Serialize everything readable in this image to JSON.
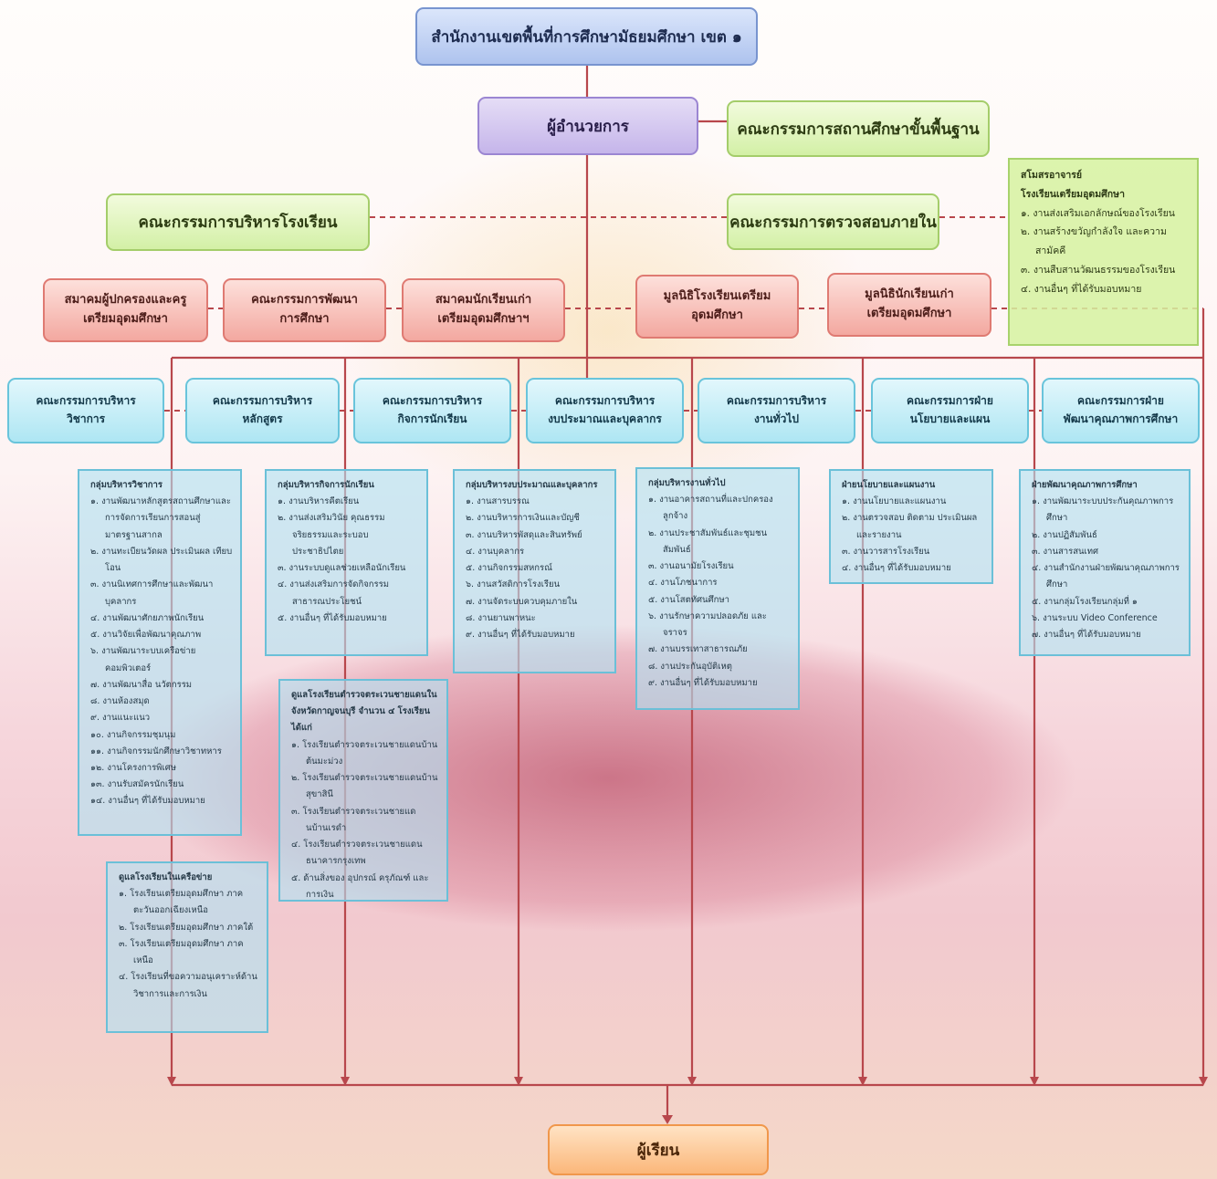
{
  "top_office": "สำนักงานเขตพื้นที่การศึกษามัธยมศึกษา เขต ๑",
  "director": "ผู้อำนวยการ",
  "basic_board": "คณะกรรมการสถานศึกษาขั้นพื้นฐาน",
  "school_admin_board": "คณะกรรมการบริหารโรงเรียน",
  "internal_audit_board": "คณะกรรมการตรวจสอบภายใน",
  "alumni_council": {
    "title": [
      "สโมสรอาจารย์",
      "โรงเรียนเตรียมอุดมศึกษา"
    ],
    "items": [
      "๑. งานส่งเสริมเอกลักษณ์ของโรงเรียน",
      "๒. งานสร้างขวัญกำลังใจ และความสามัคคี",
      "๓. งานสืบสานวัฒนธรรมของโรงเรียน",
      "๔. งานอื่นๆ ที่ได้รับมอบหมาย"
    ]
  },
  "associations": [
    [
      "สมาคมผู้ปกครองและครู",
      "เตรียมอุดมศึกษา"
    ],
    [
      "คณะกรรมการพัฒนา",
      "การศึกษา"
    ],
    [
      "สมาคมนักเรียนเก่า",
      "เตรียมอุดมศึกษาฯ"
    ],
    [
      "มูลนิธิโรงเรียนเตรียม",
      "อุดมศึกษา"
    ],
    [
      "มูลนิธินักเรียนเก่า",
      "เตรียมอุดมศึกษา"
    ]
  ],
  "committees": [
    [
      "คณะกรรมการบริหาร",
      "วิชาการ"
    ],
    [
      "คณะกรรมการบริหาร",
      "หลักสูตร"
    ],
    [
      "คณะกรรมการบริหาร",
      "กิจการนักเรียน"
    ],
    [
      "คณะกรรมการบริหาร",
      "งบประมาณและบุคลากร"
    ],
    [
      "คณะกรรมการบริหาร",
      "งานทั่วไป"
    ],
    [
      "คณะกรรมการฝ่าย",
      "นโยบายและแผน"
    ],
    [
      "คณะกรรมการฝ่าย",
      "พัฒนาคุณภาพการศึกษา"
    ]
  ],
  "panels": [
    {
      "title": "กลุ่มบริหารวิชาการ",
      "items": [
        "๑. งานพัฒนาหลักสูตรสถานศึกษาและการจัดการเรียนการสอนสู่มาตรฐานสากล",
        "๒. งานทะเบียนวัดผล ประเมินผล เทียบโอน",
        "๓. งานนิเทศการศึกษาและพัฒนาบุคลากร",
        "๔. งานพัฒนาศักยภาพนักเรียน",
        "๕. งานวิจัยเพื่อพัฒนาคุณภาพ",
        "๖. งานพัฒนาระบบเครือข่ายคอมพิวเตอร์",
        "๗. งานพัฒนาสื่อ นวัตกรรม",
        "๘. งานห้องสมุด",
        "๙. งานแนะแนว",
        "๑๐. งานกิจกรรมชุมนุม",
        "๑๑. งานกิจกรรมนักศึกษาวิชาทหาร",
        "๑๒. งานโครงการพิเศษ",
        "๑๓. งานรับสมัครนักเรียน",
        "๑๔. งานอื่นๆ ที่ได้รับมอบหมาย"
      ]
    },
    {
      "title": "กลุ่มบริหารกิจการนักเรียน",
      "items": [
        "๑. งานบริหารคีตเรียน",
        "๒. งานส่งเสริมวินัย คุณธรรม จริยธรรมและระบอบประชาธิปไตย",
        "๓. งานระบบดูแลช่วยเหลือนักเรียน",
        "๔. งานส่งเสริมการจัดกิจกรรมสาธารณประโยชน์",
        "๕. งานอื่นๆ ที่ได้รับมอบหมาย"
      ]
    },
    {
      "title": "กลุ่มบริหารงบประมาณและบุคลากร",
      "items": [
        "๑. งานสารบรรณ",
        "๒. งานบริหารการเงินและบัญชี",
        "๓. งานบริหารพัสดุและสินทรัพย์",
        "๔. งานบุคลากร",
        "๕. งานกิจกรรมสหกรณ์",
        "๖. งานสวัสดิการโรงเรียน",
        "๗. งานจัดระบบควบคุมภายใน",
        "๘. งานยานพาหนะ",
        "๙. งานอื่นๆ ที่ได้รับมอบหมาย"
      ]
    },
    {
      "title": "กลุ่มบริหารงานทั่วไป",
      "items": [
        "๑. งานอาคารสถานที่และปกครองลูกจ้าง",
        "๒. งานประชาสัมพันธ์และชุมชนสัมพันธ์",
        "๓. งานอนามัยโรงเรียน",
        "๔. งานโภชนาการ",
        "๕. งานโสตทัศนศึกษา",
        "๖. งานรักษาความปลอดภัย และจราจร",
        "๗. งานบรรเทาสาธารณภัย",
        "๘. งานประกันอุบัติเหตุ",
        "๙. งานอื่นๆ ที่ได้รับมอบหมาย"
      ]
    },
    {
      "title": "ฝ่ายนโยบายและแผนงาน",
      "items": [
        "๑. งานนโยบายและแผนงาน",
        "๒. งานตรวจสอบ ติดตาม ประเมินผลและรายงาน",
        "๓. งานวารสารโรงเรียน",
        "๔. งานอื่นๆ ที่ได้รับมอบหมาย"
      ]
    },
    {
      "title": "ฝ่ายพัฒนาคุณภาพการศึกษา",
      "items": [
        "๑. งานพัฒนาระบบประกันคุณภาพการศึกษา",
        "๒. งานปฏิสัมพันธ์",
        "๓. งานสารสนเทศ",
        "๔. งานสำนักงานฝ่ายพัฒนาคุณภาพการศึกษา",
        "๕. งานกลุ่มโรงเรียนกลุ่มที่ ๑",
        "๖. งานระบบ Video Conference",
        "๗. งานอื่นๆ ที่ได้รับมอบหมาย"
      ]
    },
    {
      "title": "ดูแลโรงเรียนตำรวจตระเวนชายแดนในจังหวัดกาญจนบุรี จำนวน ๔ โรงเรียน ได้แก่",
      "items": [
        "๑. โรงเรียนตำรวจตระเวนชายแดนบ้านต้นมะม่วง",
        "๒. โรงเรียนตำรวจตระเวนชายแดนบ้านสุขาสินี",
        "๓. โรงเรียนตำรวจตระเวนชายแดนบ้านเรดำ",
        "๔. โรงเรียนตำรวจตระเวนชายแดนธนาคารกรุงเทพ",
        "๕. ด้านสิ่งของ อุปกรณ์ ครุภัณฑ์ และการเงิน"
      ]
    },
    {
      "title": "ดูแลโรงเรียนในเครือข่าย",
      "items": [
        "๑. โรงเรียนเตรียมอุดมศึกษา ภาคตะวันออกเฉียงเหนือ",
        "๒. โรงเรียนเตรียมอุดมศึกษา ภาคใต้",
        "๓. โรงเรียนเตรียมอุดมศึกษา ภาคเหนือ",
        "๔. โรงเรียนที่ขอความอนุเคราะห์ด้านวิชาการและการเงิน"
      ]
    }
  ],
  "learner": "ผู้เรียน"
}
